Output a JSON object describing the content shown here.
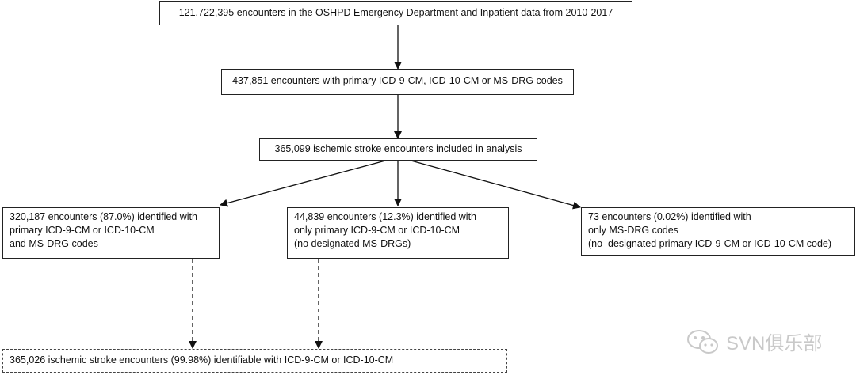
{
  "boxes": {
    "total": "121,722,395 encounters in the OSHPD Emergency Department and Inpatient data from 2010-2017",
    "primary": "437,851 encounters with primary ICD-9-CM, ICD-10-CM or MS-DRG codes",
    "included": "365,099 ischemic stroke encounters included in analysis",
    "left": {
      "line1": "320,187 encounters (87.0%) identified with",
      "line2": "primary ICD-9-CM or ICD-10-CM",
      "line3_and": "and",
      "line3_rest": " MS-DRG codes"
    },
    "middle": {
      "line1": "44,839 encounters (12.3%) identified with",
      "line2": "only primary ICD-9-CM or ICD-10-CM",
      "line3": "(no designated MS-DRGs)"
    },
    "right": {
      "line1": "73 encounters (0.02%) identified with",
      "line2": "only MS-DRG codes",
      "line3": "(no  designated primary ICD-9-CM or ICD-10-CM code)"
    },
    "bottom": "365,026 ischemic stroke encounters (99.98%) identifiable with ICD-9-CM or ICD-10-CM"
  },
  "watermark": {
    "text": "SVN俱乐部",
    "icon": "wechat-icon"
  }
}
